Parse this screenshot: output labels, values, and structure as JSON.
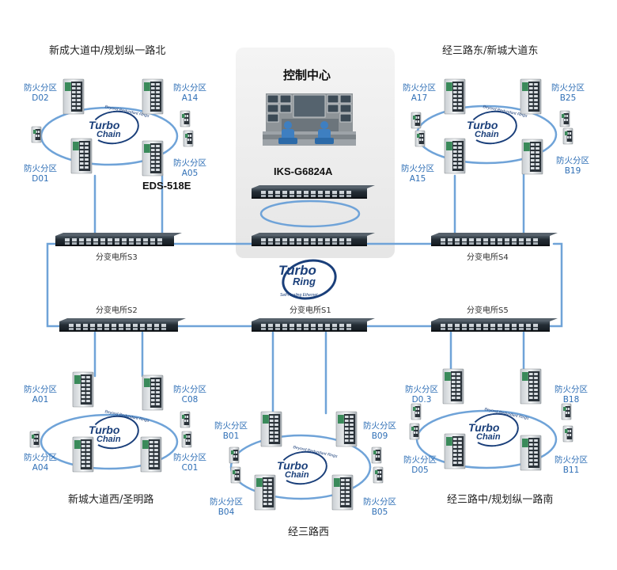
{
  "control_center": {
    "title": "控制中心",
    "core_switch": "IKS-G6824A"
  },
  "edge_switch_model": "EDS-518E",
  "backbone_logo": {
    "brand": "Turbo",
    "sub": "Ring",
    "tagline": "Self-Healing Ethernet"
  },
  "ring_logo": {
    "brand": "Turbo",
    "sub": "Chain",
    "tagline": "Beyond Redundant Rings"
  },
  "substations": {
    "s1": "分变电所S1",
    "s2": "分变电所S2",
    "s3": "分变电所S3",
    "s4": "分变电所S4",
    "s5": "分变电所S5"
  },
  "zone_prefix": "防火分区",
  "groups": [
    {
      "title": "新成大道中/规划纵一路北",
      "zones": [
        "D02",
        "A14",
        "D01",
        "A05"
      ]
    },
    {
      "title": "经三路东/新城大道东",
      "zones": [
        "A17",
        "B25",
        "A15",
        "B19"
      ]
    },
    {
      "title": "新城大道西/圣明路",
      "zones": [
        "A01",
        "C08",
        "A04",
        "C01"
      ]
    },
    {
      "title": "经三路西",
      "zones": [
        "B01",
        "B09",
        "B04",
        "B05"
      ]
    },
    {
      "title": "经三路中/规划纵一路南",
      "zones": [
        "D0.3",
        "B18",
        "D05",
        "B11"
      ]
    }
  ],
  "colors": {
    "link": "#6fa3d8",
    "zone_text": "#2f6fb6",
    "panel_bg": "#efefef",
    "switch_body": "#1f2a33"
  }
}
